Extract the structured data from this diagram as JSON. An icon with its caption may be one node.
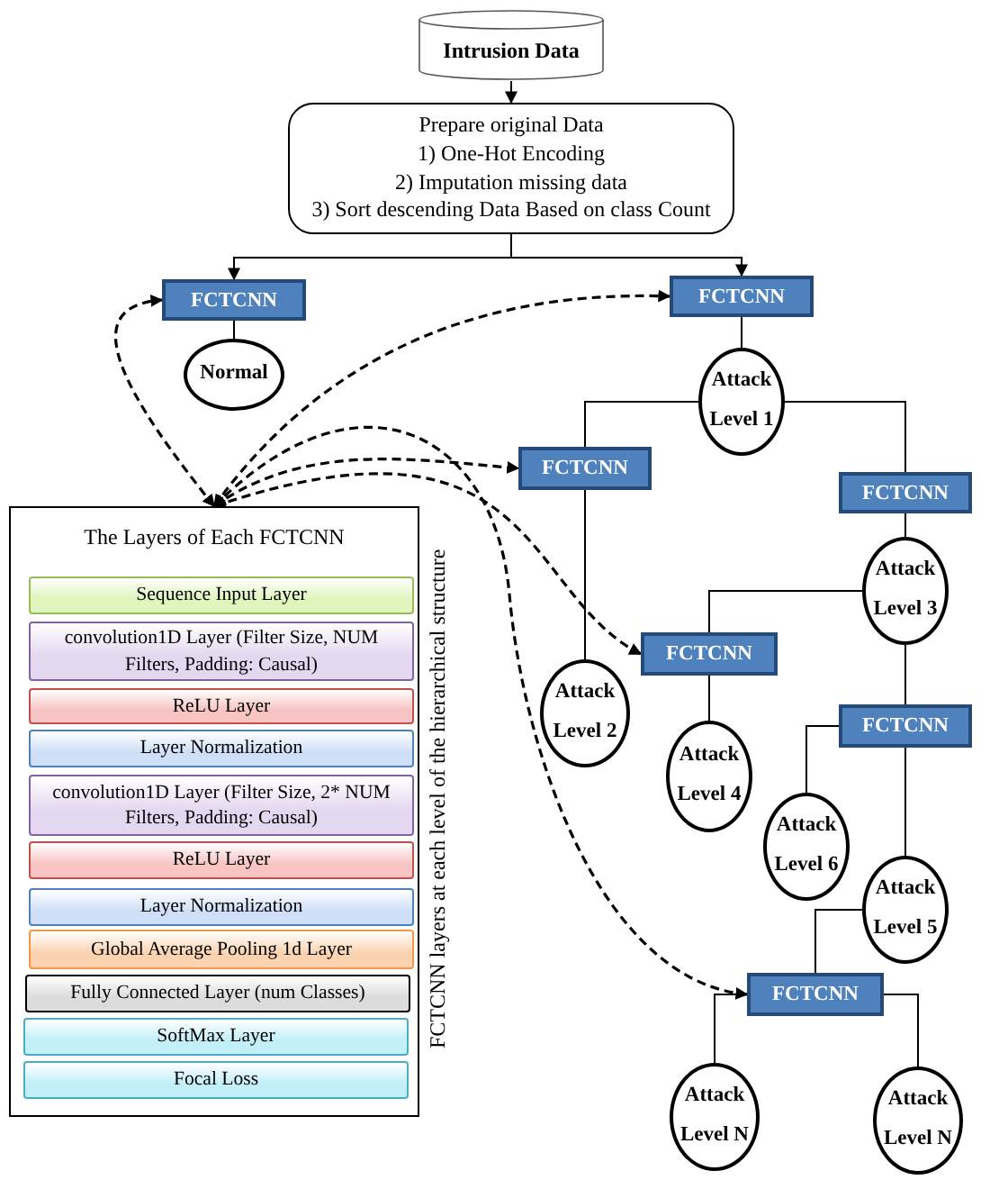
{
  "diagram": {
    "nodes": [
      {
        "text": [
          "Intrusion Data"
        ]
      },
      {
        "text": [
          "Prepare original Data",
          "1) One-Hot Encoding",
          "2) Imputation missing data",
          "3) Sort descending Data Based on class Count"
        ]
      },
      {
        "text": [
          "FCTCNN"
        ]
      },
      {
        "text": [
          "Normal"
        ]
      },
      {
        "text": [
          "FCTCNN"
        ]
      },
      {
        "text": [
          "Attack Level 1"
        ]
      },
      {
        "text": [
          "FCTCNN"
        ]
      },
      {
        "text": [
          "FCTCNN"
        ]
      },
      {
        "text": [
          "Attack Level 3"
        ]
      },
      {
        "text": [
          "FCTCNN"
        ]
      },
      {
        "text": [
          "Attack Level 2"
        ]
      },
      {
        "text": [
          "Attack Level 4"
        ]
      },
      {
        "text": [
          "FCTCNN"
        ]
      },
      {
        "text": [
          "Attack Level 6"
        ]
      },
      {
        "text": [
          "Attack Level 5"
        ]
      },
      {
        "text": [
          "FCTCNN"
        ]
      },
      {
        "text": [
          "Attack Level N"
        ]
      },
      {
        "text": [
          "Attack Level N"
        ]
      },
      {
        "text": [
          "The Layers of Each FCTCNN"
        ],
        "beside": [
          "FCTCNN layers at each level of the hierarchical structure"
        ]
      },
      {
        "text": [
          "Sequence Input Layer"
        ],
        "in": 18
      },
      {
        "text": [
          "convolution1D Layer (Filter Size, NUM Filters, Padding: Causal)"
        ],
        "in": 18
      },
      {
        "text": [
          "ReLU Layer"
        ],
        "in": 18
      },
      {
        "text": [
          "Layer Normalization"
        ],
        "in": 18
      },
      {
        "text": [
          "convolution1D Layer (Filter Size, 2* NUM Filters, Padding: Causal)"
        ],
        "in": 18
      },
      {
        "text": [
          "ReLU Layer"
        ],
        "in": 18
      },
      {
        "text": [
          "Layer Normalization"
        ],
        "in": 18
      },
      {
        "text": [
          "Global Average Pooling 1d Layer"
        ],
        "in": 18
      },
      {
        "text": [
          "Fully Connected Layer (num Classes)"
        ],
        "in": 18
      },
      {
        "text": [
          "SoftMax Layer"
        ],
        "in": 18
      },
      {
        "text": [
          "Focal Loss"
        ],
        "in": 18
      }
    ],
    "edges": [
      {
        "from": 0,
        "to": 1,
        "arrow": "to"
      },
      {
        "from": 1,
        "to": 2,
        "arrow": "to"
      },
      {
        "from": 1,
        "to": 4,
        "arrow": "to"
      },
      {
        "from": 2,
        "to": 3,
        "arrow": "none"
      },
      {
        "from": 4,
        "to": 5,
        "arrow": "none"
      },
      {
        "from": 5,
        "to": 6,
        "arrow": "none"
      },
      {
        "from": 5,
        "to": 7,
        "arrow": "none"
      },
      {
        "from": 6,
        "to": 10,
        "arrow": "none"
      },
      {
        "from": 7,
        "to": 8,
        "arrow": "none"
      },
      {
        "from": 8,
        "to": 9,
        "arrow": "none"
      },
      {
        "from": 8,
        "to": 12,
        "arrow": "none"
      },
      {
        "from": 9,
        "to": 11,
        "arrow": "none"
      },
      {
        "from": 12,
        "to": 13,
        "arrow": "none"
      },
      {
        "from": 12,
        "to": 14,
        "arrow": "none"
      },
      {
        "from": 14,
        "to": 15,
        "arrow": "none"
      },
      {
        "from": 15,
        "to": 16,
        "arrow": "none"
      },
      {
        "from": 15,
        "to": 17,
        "arrow": "none"
      },
      {
        "from": 18,
        "to": 2,
        "arrow": "both",
        "style": "dashed"
      },
      {
        "from": 18,
        "to": 4,
        "arrow": "both",
        "style": "dashed"
      },
      {
        "from": 18,
        "to": 6,
        "arrow": "both",
        "style": "dashed"
      },
      {
        "from": 18,
        "to": 9,
        "arrow": "both",
        "style": "dashed"
      },
      {
        "from": 18,
        "to": 15,
        "arrow": "both",
        "style": "dashed"
      }
    ]
  }
}
